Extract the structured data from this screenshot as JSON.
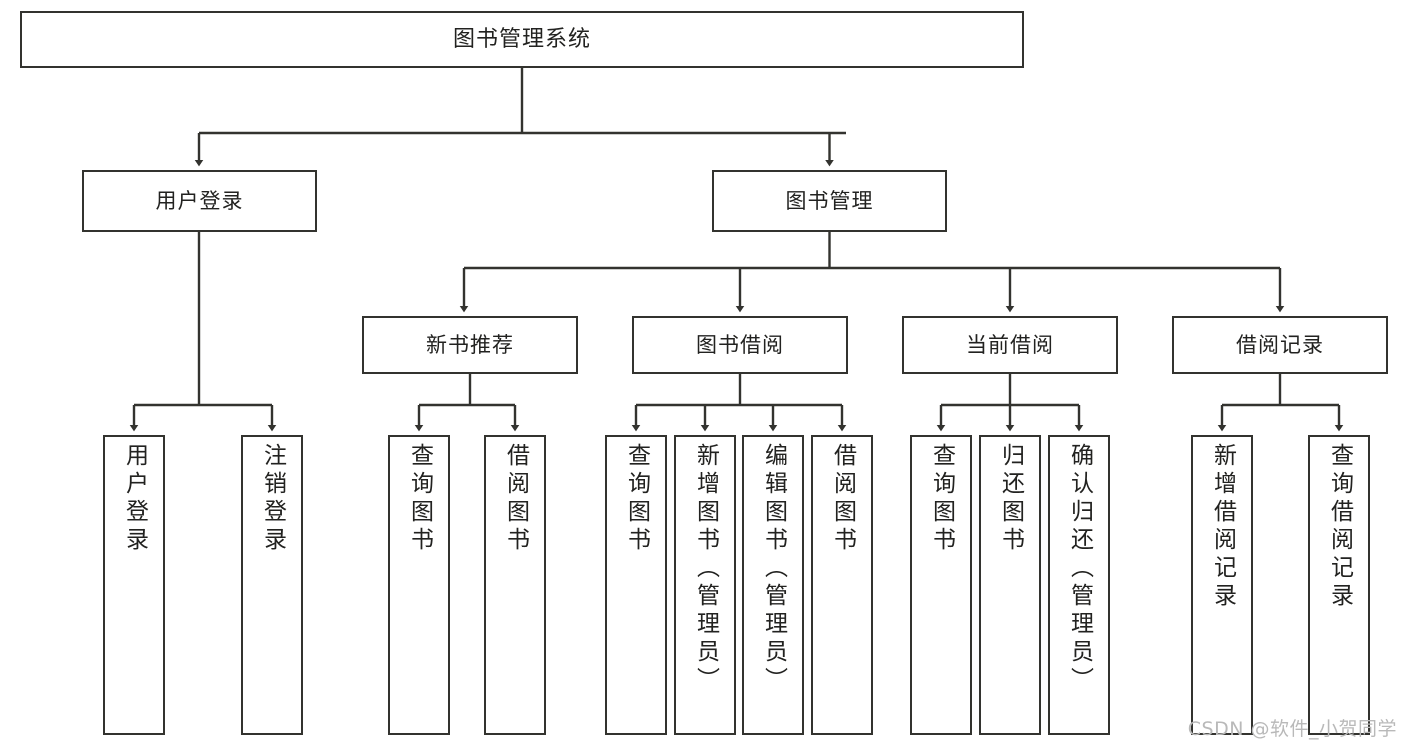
{
  "diagram": {
    "title": "图书管理系统",
    "type": "tree-hierarchy",
    "root": {
      "label": "图书管理系统"
    },
    "level2": [
      {
        "label": "用户登录"
      },
      {
        "label": "图书管理"
      }
    ],
    "level3": [
      {
        "label": "新书推荐"
      },
      {
        "label": "图书借阅"
      },
      {
        "label": "当前借阅"
      },
      {
        "label": "借阅记录"
      }
    ],
    "leaves": [
      {
        "label": "用户登录"
      },
      {
        "label": "注销登录"
      },
      {
        "label": "查询图书"
      },
      {
        "label": "借阅图书"
      },
      {
        "label": "查询图书"
      },
      {
        "label": "新增图书（管理员）"
      },
      {
        "label": "编辑图书（管理员）"
      },
      {
        "label": "借阅图书"
      },
      {
        "label": "查询图书"
      },
      {
        "label": "归还图书"
      },
      {
        "label": "确认归还（管理员）"
      },
      {
        "label": "新增借阅记录"
      },
      {
        "label": "查询借阅记录"
      }
    ]
  },
  "watermark": {
    "text": "CSDN @软件_小贺同学"
  },
  "colors": {
    "stroke": "#33332f",
    "background": "#ffffff",
    "text": "#222220",
    "watermark": "#b9b9b9"
  }
}
